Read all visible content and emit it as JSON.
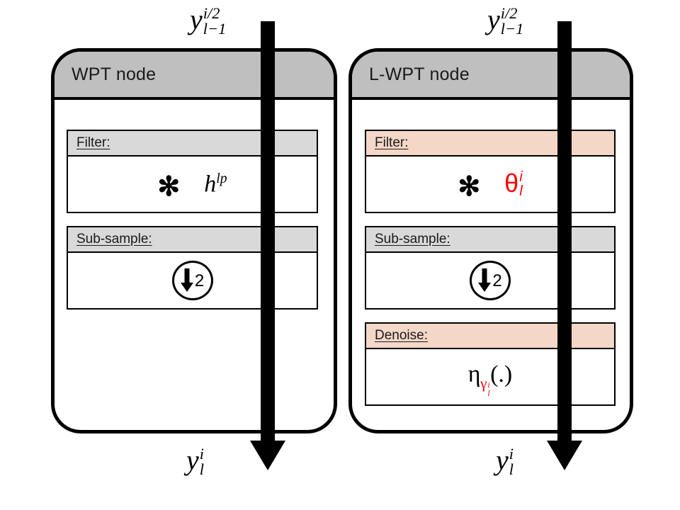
{
  "figure": {
    "background_color": "#ffffff",
    "stroke_color": "#000000",
    "title_band_color": "#bfbfbf",
    "section_gray_color": "#d9d9d9",
    "section_peach_color": "#f4d7c7",
    "accent_red": "#fb0007"
  },
  "labels": {
    "input_left": {
      "base": "y",
      "sup": "i/2",
      "sub": "l−1"
    },
    "input_right": {
      "base": "y",
      "sup": "i/2",
      "sub": "l−1"
    },
    "output_left": {
      "base": "y",
      "sup": "i",
      "sub": "l"
    },
    "output_right": {
      "base": "y",
      "sup": "i",
      "sub": "l"
    }
  },
  "panels": [
    {
      "id": "wpt-node",
      "title": "WPT node",
      "sections": [
        {
          "id": "filter",
          "header": "Filter:",
          "header_style": "gray",
          "content_type": "convolution",
          "operator": "✻",
          "symbol": {
            "base": "h",
            "sup": "lp",
            "sub": ""
          },
          "symbol_color": "#000000"
        },
        {
          "id": "sub-sample",
          "header": "Sub-sample:",
          "header_style": "gray",
          "content_type": "downsample",
          "factor": "2",
          "icon": "down-arrow-circle"
        }
      ]
    },
    {
      "id": "l-wpt-node",
      "title": "L-WPT node",
      "sections": [
        {
          "id": "filter",
          "header": "Filter:",
          "header_style": "peach",
          "content_type": "convolution",
          "operator": "✻",
          "symbol": {
            "base": "θ",
            "sup": "i",
            "sub": "l"
          },
          "symbol_color": "#fb0007"
        },
        {
          "id": "sub-sample",
          "header": "Sub-sample:",
          "header_style": "gray",
          "content_type": "downsample",
          "factor": "2",
          "icon": "down-arrow-circle"
        },
        {
          "id": "denoise",
          "header": "Denoise:",
          "header_style": "peach",
          "content_type": "function",
          "symbol": {
            "base": "η",
            "sub_base": "γ",
            "sub_sup": "i",
            "sub_sub": "l",
            "arg": "(.)"
          },
          "symbol_color": "#fb0007"
        }
      ]
    }
  ]
}
